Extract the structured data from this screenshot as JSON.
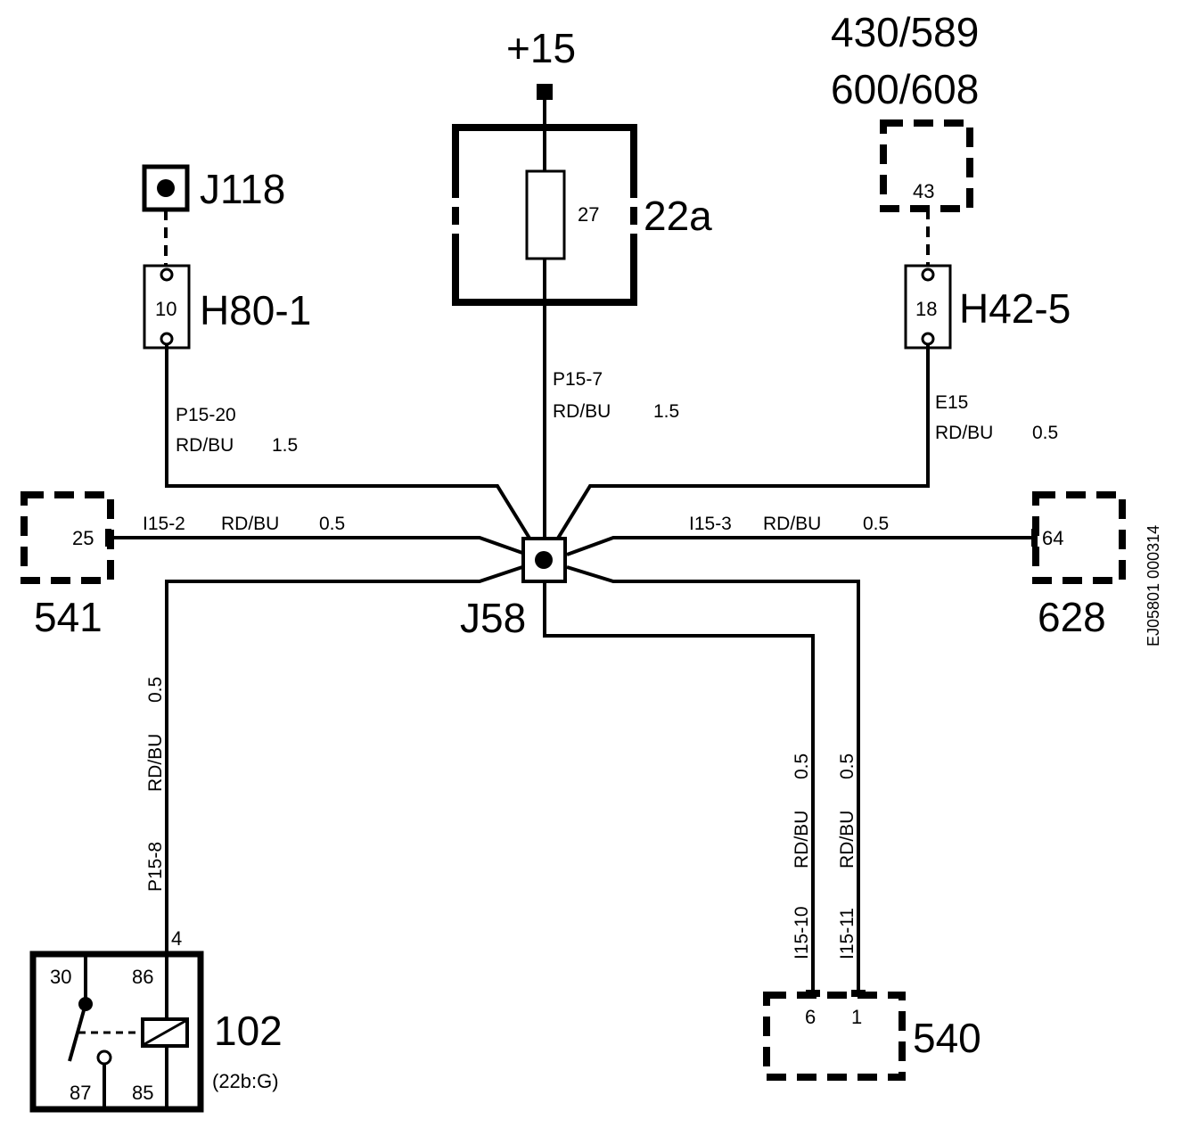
{
  "supply": {
    "label": "+15"
  },
  "fusebox": {
    "label": "22a",
    "fuse_number": "27"
  },
  "connectors": {
    "j118": {
      "label": "J118"
    },
    "h80": {
      "label": "H80-1",
      "pin": "10"
    },
    "h42": {
      "label": "H42-5",
      "pin": "18"
    },
    "j58": {
      "label": "J58"
    }
  },
  "modules": {
    "m430": {
      "label_line1": "430/589",
      "label_line2": "600/608",
      "pin": "43"
    },
    "m541": {
      "label": "541",
      "pin": "25"
    },
    "m628": {
      "label": "628",
      "pin": "64"
    },
    "m540": {
      "label": "540",
      "pins": [
        "6",
        "1"
      ]
    }
  },
  "relay": {
    "label": "102",
    "sublabel": "(22b:G)",
    "pin_top": "4",
    "terminals": {
      "t30": "30",
      "t86": "86",
      "t87": "87",
      "t85": "85"
    }
  },
  "wires": {
    "p15_20": {
      "id": "P15-20",
      "color": "RD/BU",
      "size": "1.5"
    },
    "p15_7": {
      "id": "P15-7",
      "color": "RD/BU",
      "size": "1.5"
    },
    "e15": {
      "id": "E15",
      "color": "RD/BU",
      "size": "0.5"
    },
    "i15_2": {
      "id": "I15-2",
      "color": "RD/BU",
      "size": "0.5"
    },
    "i15_3": {
      "id": "I15-3",
      "color": "RD/BU",
      "size": "0.5"
    },
    "p15_8": {
      "id": "P15-8",
      "color": "RD/BU",
      "size": "0.5"
    },
    "i15_10": {
      "id": "I15-10",
      "color": "RD/BU",
      "size": "0.5"
    },
    "i15_11": {
      "id": "I15-11",
      "color": "RD/BU",
      "size": "0.5"
    }
  },
  "reference": "EJ05801 000314"
}
